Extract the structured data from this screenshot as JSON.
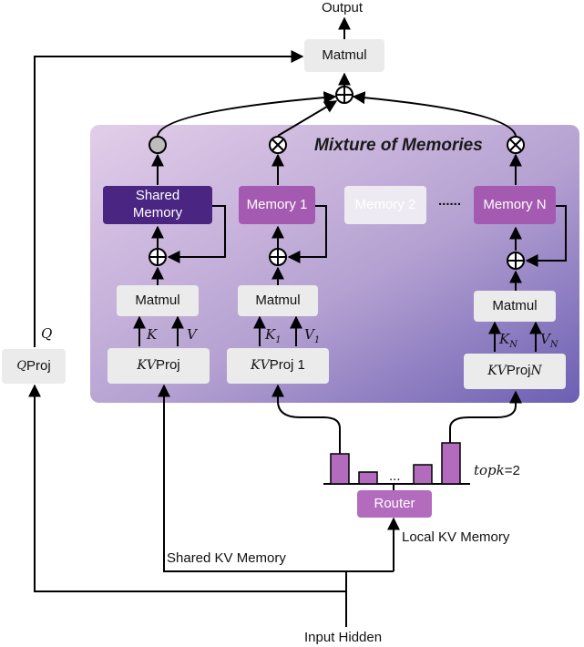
{
  "output_label": "Output",
  "input_label": "Input Hidden",
  "matmul_label": "Matmul",
  "q_symbol": "Q",
  "q_proj": {
    "symbol": "Q",
    "text": " Proj"
  },
  "mom_title": "Mixture of Memories",
  "shared_memory": "Shared Memory",
  "memories": [
    "Memory 1",
    "Memory 2",
    "Memory N"
  ],
  "ellipsis_memories": "......",
  "kv_proj": [
    {
      "symbol": "KV",
      "text": " Proj",
      "suffix": ""
    },
    {
      "symbol": "KV",
      "text": " Proj 1",
      "suffix": ""
    },
    {
      "symbol": "KV",
      "text": " Proj ",
      "suffix": "N"
    }
  ],
  "kv_labels": [
    {
      "k": "K",
      "v": "V",
      "sub": ""
    },
    {
      "k": "K",
      "v": "V",
      "sub": "1"
    },
    {
      "k": "K",
      "v": "V",
      "sub": "N"
    }
  ],
  "router_label": "Router",
  "topk_label": "topk",
  "topk_value": "=2",
  "router_ellipsis": "...",
  "shared_kv_memory_label": "Shared KV Memory",
  "local_kv_memory_label": "Local KV Memory",
  "router_bars": [
    0.55,
    0.22,
    0.35,
    0.75
  ],
  "colors": {
    "panel_start": "#dcc8e6",
    "panel_end": "#7a6cb8",
    "shared_memory": "#4a2582",
    "memory": "#a45ab0",
    "router": "#b36cbd",
    "grey_box": "#ebebeb",
    "gate_fill": "#bdbdbd"
  }
}
